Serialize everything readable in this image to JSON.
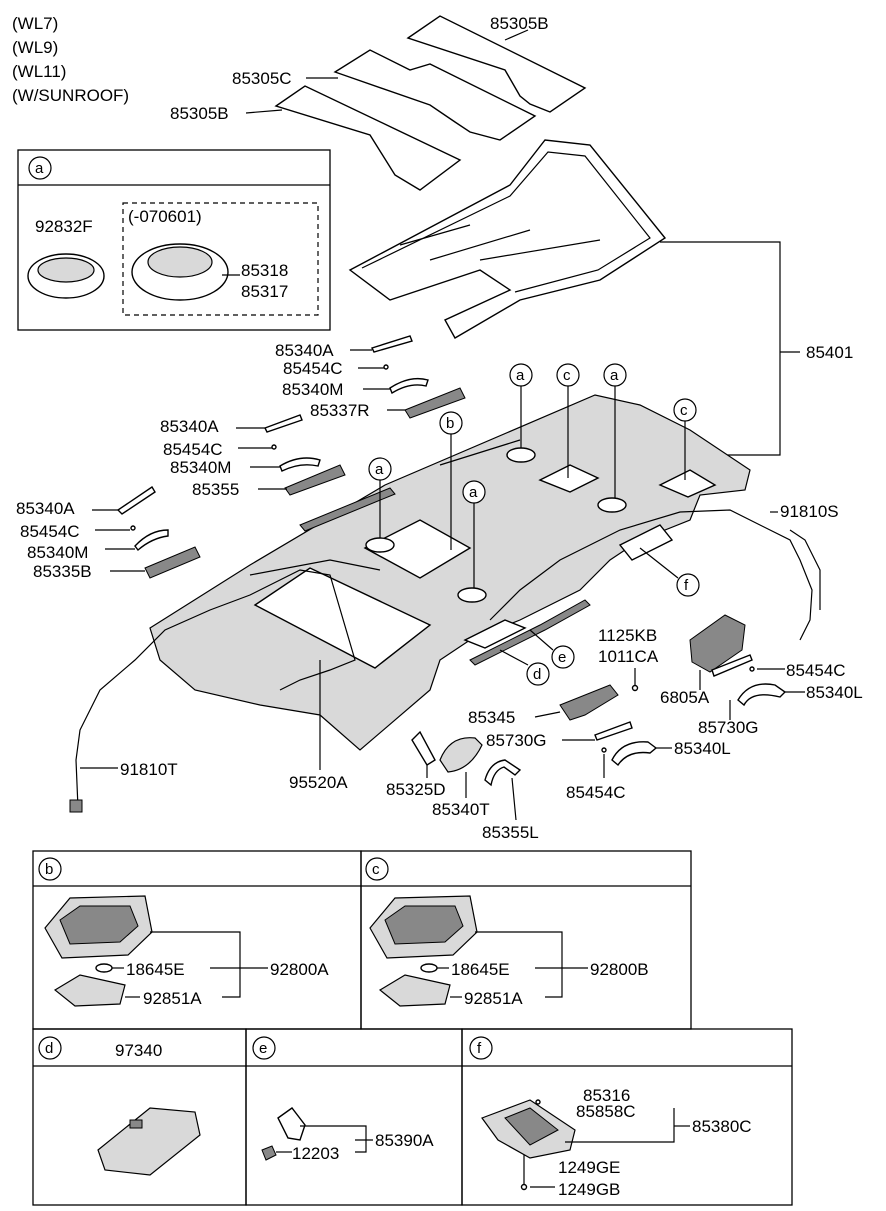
{
  "variants": [
    "(WL7)",
    "(WL9)",
    "(WL11)",
    "(W/SUNROOF)"
  ],
  "box_a": {
    "letter": "a",
    "parts": [
      "92832F",
      "85318",
      "85317"
    ],
    "sub_note": "(-070601)"
  },
  "headliner_parts": {
    "p85305B_top": "85305B",
    "p85305C": "85305C",
    "p85305B_mid": "85305B",
    "p85401": "85401",
    "p85340A_1": "85340A",
    "p85454C_1": "85454C",
    "p85340M_1": "85340M",
    "p85337R": "85337R",
    "p85340A_2": "85340A",
    "p85454C_2": "85454C",
    "p85340M_2": "85340M",
    "p85355": "85355",
    "p85340A_3": "85340A",
    "p85454C_3": "85454C",
    "p85340M_3": "85340M",
    "p85335B": "85335B",
    "p91810S": "91810S",
    "p1125KB": "1125KB",
    "p1011CA": "1011CA",
    "p6805A": "6805A",
    "p85454C_4": "85454C",
    "p85340L_1": "85340L",
    "p85730G_1": "85730G",
    "p85345": "85345",
    "p85730G_2": "85730G",
    "p85340L_2": "85340L",
    "p85454C_5": "85454C",
    "p91810T": "91810T",
    "p95520A": "95520A",
    "p85325D": "85325D",
    "p85340T": "85340T",
    "p85355L": "85355L"
  },
  "callouts": {
    "a": "a",
    "b": "b",
    "c": "c",
    "d": "d",
    "e": "e",
    "f": "f"
  },
  "box_b": {
    "letter": "b",
    "parts": [
      "18645E",
      "92800A",
      "92851A"
    ]
  },
  "box_c": {
    "letter": "c",
    "parts": [
      "18645E",
      "92800B",
      "92851A"
    ]
  },
  "box_d": {
    "letter": "d",
    "parts": [
      "97340"
    ]
  },
  "box_e": {
    "letter": "e",
    "parts": [
      "12203",
      "85390A"
    ]
  },
  "box_f": {
    "letter": "f",
    "parts": [
      "85316",
      "85858C",
      "85380C",
      "1249GE",
      "1249GB"
    ]
  }
}
